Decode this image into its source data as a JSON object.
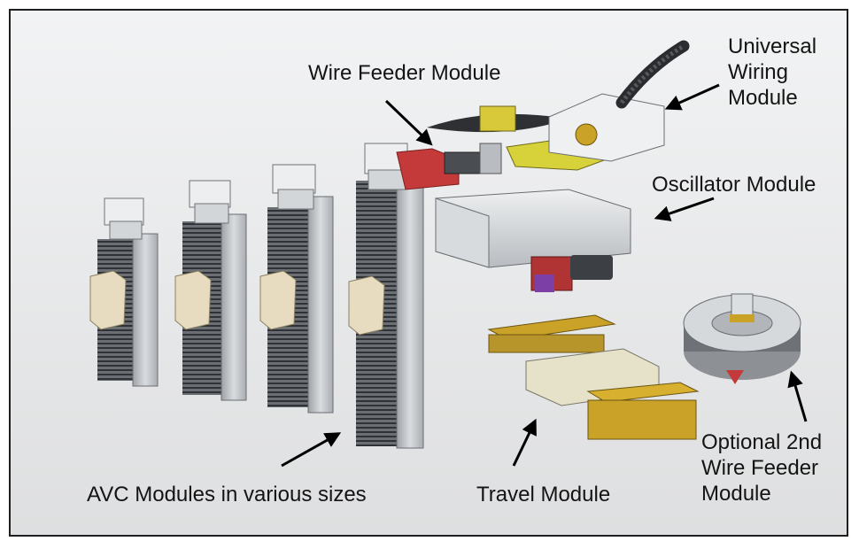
{
  "labels": {
    "universal_wiring": [
      "Universal",
      "Wiring",
      "Module"
    ],
    "wire_feeder": "Wire Feeder Module",
    "oscillator": "Oscillator Module",
    "avc": "AVC Modules in various sizes",
    "travel": "Travel Module",
    "optional_wire_feeder": [
      "Optional 2nd",
      "Wire Feeder",
      "Module"
    ]
  },
  "colors": {
    "frame_border": "#1e1e1e",
    "background": "#e8e9ea",
    "metal": "#c8ccd0",
    "metal_dark": "#5a5e63",
    "fin_dark": "#3a3d41",
    "brass": "#c9a227",
    "yellow_bracket": "#d8d23a",
    "red_part": "#c43a3a",
    "purple_part": "#7b3fa5",
    "arrow": "#000000"
  }
}
